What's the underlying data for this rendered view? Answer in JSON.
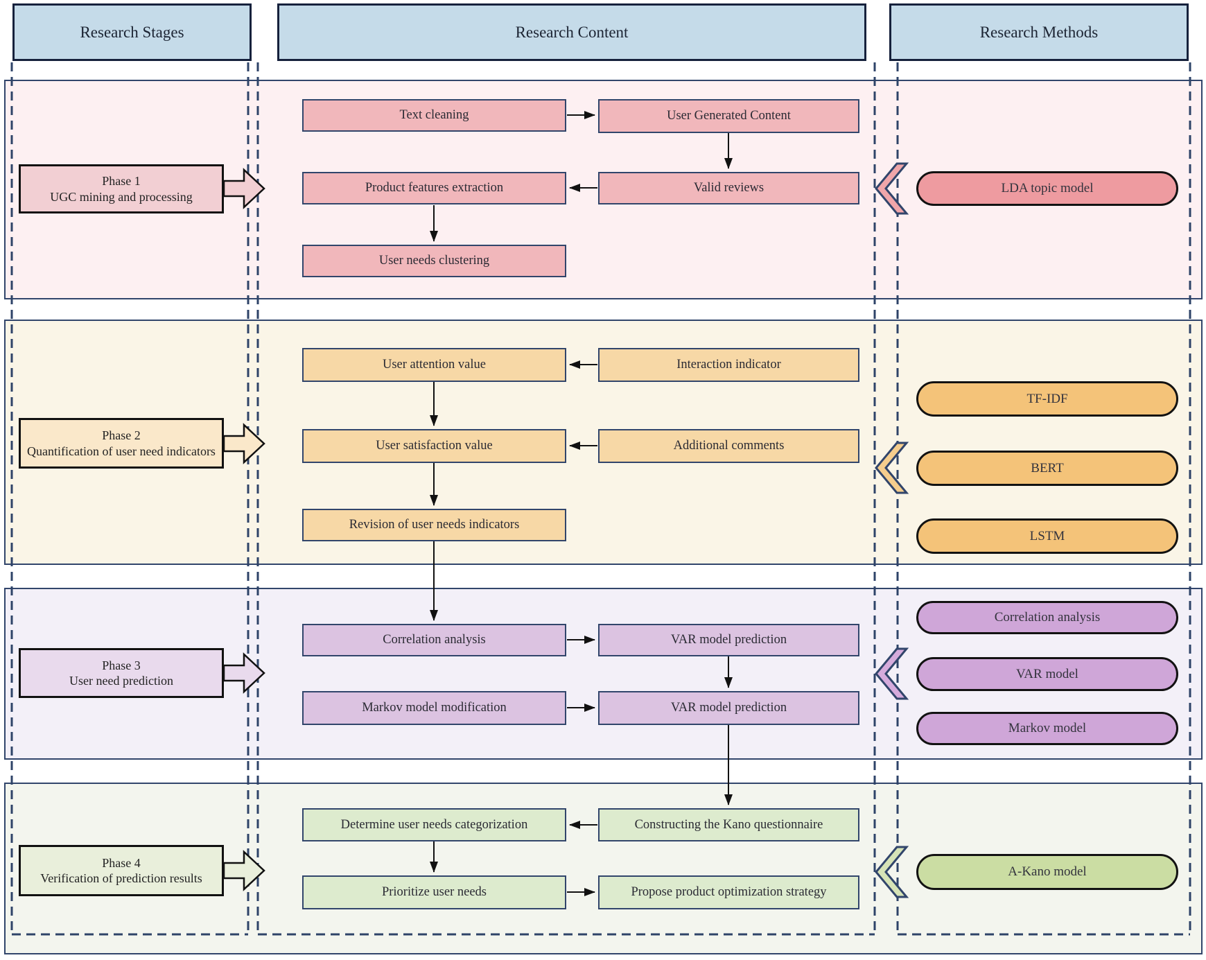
{
  "header": {
    "stages": "Research Stages",
    "content": "Research Content",
    "methods": "Research Methods"
  },
  "colors": {
    "header_fill": "#c5dbe9",
    "border_navy": "#31456b",
    "dashed_line": "#2e4368",
    "arrow_black": "#111111",
    "phase1": {
      "band": "#fdf0f2",
      "stage": "#f2cfd3",
      "box": "#f1b7bb",
      "pill": "#ee9ba0",
      "chevron": "#f0a6aa"
    },
    "phase2": {
      "band": "#faf5e7",
      "stage": "#fae8ca",
      "box": "#f7d8a6",
      "pill": "#f4c379",
      "chevron": "#f5cd8d"
    },
    "phase3": {
      "band": "#f3f0f8",
      "stage": "#e9daed",
      "box": "#dcc3e1",
      "pill": "#cfa6d8",
      "chevron": "#d5abdc"
    },
    "phase4": {
      "band": "#f3f5ee",
      "stage": "#e9efdb",
      "box": "#ddebce",
      "pill": "#cbdda3",
      "chevron": "#d6e3b7"
    }
  },
  "phases": [
    {
      "stage_title": "Phase 1",
      "stage_desc": "UGC mining and processing",
      "boxes": [
        "Text cleaning",
        "User Generated Content",
        "Product features extraction",
        "Valid reviews",
        "User needs clustering"
      ],
      "methods": [
        "LDA topic model"
      ]
    },
    {
      "stage_title": "Phase 2",
      "stage_desc": "Quantification of user need indicators",
      "boxes": [
        "User attention value",
        "Interaction indicator",
        "User satisfaction value",
        "Additional comments",
        "Revision of user needs indicators"
      ],
      "methods": [
        "TF-IDF",
        "BERT",
        "LSTM"
      ]
    },
    {
      "stage_title": "Phase 3",
      "stage_desc": "User need prediction",
      "boxes": [
        "Correlation analysis",
        "VAR model prediction",
        "Markov model modification",
        "VAR model prediction"
      ],
      "methods": [
        "Correlation analysis",
        "VAR model",
        "Markov model"
      ]
    },
    {
      "stage_title": "Phase 4",
      "stage_desc": "Verification of prediction results",
      "boxes": [
        "Determine user needs categorization",
        "Constructing the Kano questionnaire",
        "Prioritize user needs",
        "Propose product optimization strategy"
      ],
      "methods": [
        "A-Kano model"
      ]
    }
  ]
}
